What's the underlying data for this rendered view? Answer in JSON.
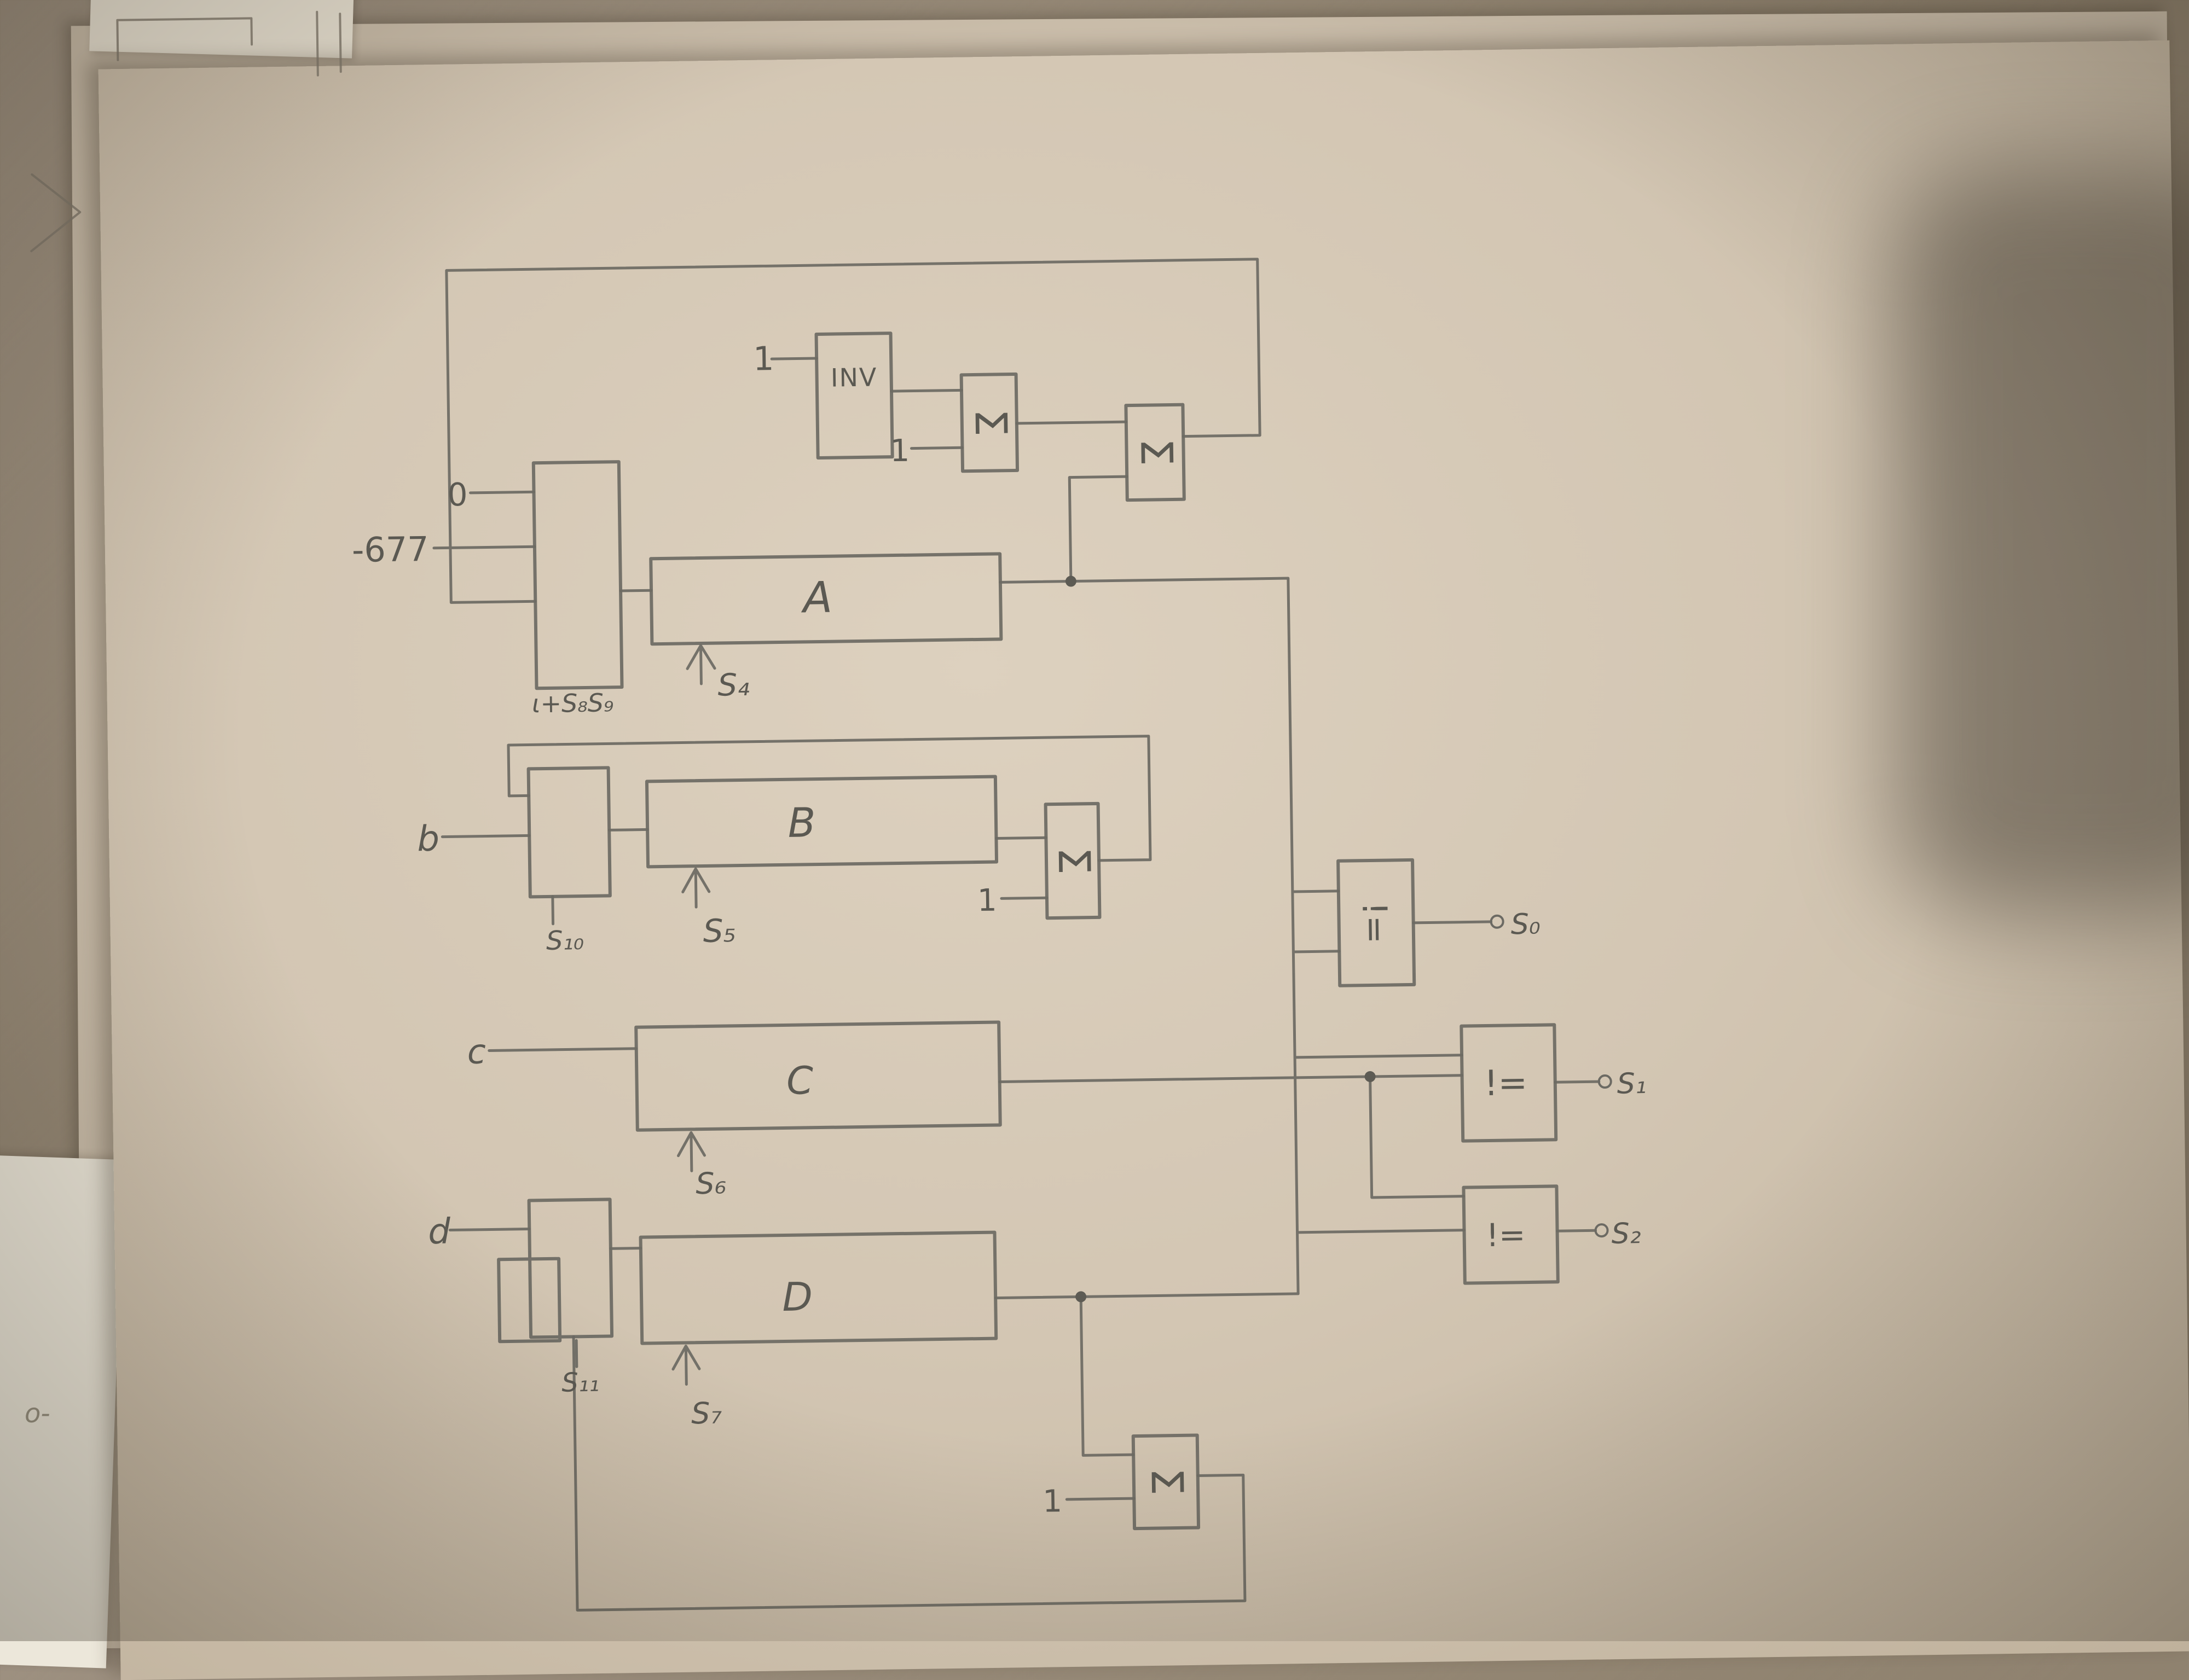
{
  "photo": {
    "paper_color": "#d3c6b3",
    "pencil_color": "#6c6a63",
    "shadow_color": "#4e463a"
  },
  "labels": {
    "inv": "INV",
    "sigma": "Σ",
    "neq": "!=",
    "const_one": "1",
    "const_zero": "0",
    "const_m677": "-677",
    "mux_a_note": "ι+S₈S₉",
    "reg_a": "A",
    "reg_b": "B",
    "reg_c": "C",
    "reg_d": "D",
    "sel_a": "S₄",
    "sel_b": "S₅",
    "sel_c": "S₆",
    "sel_d": "S₇",
    "mux_b_sel": "S₁₀",
    "mux_d_sel": "S₁₁",
    "in_b": "b",
    "in_c": "c",
    "in_d": "d",
    "out_s0": "S₀",
    "out_s1": "S₁",
    "out_s2": "S₂",
    "stray_mark": "o-"
  }
}
